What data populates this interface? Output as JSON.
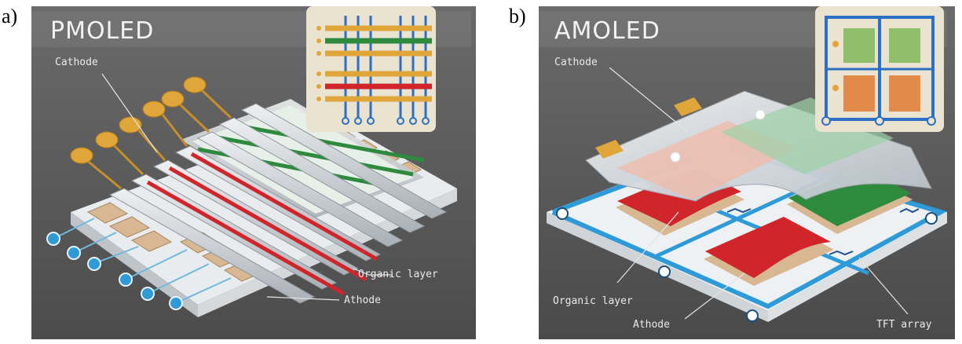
{
  "panels": [
    {
      "letter": "a)",
      "title": "PMOLED",
      "labels": {
        "cathode": "Cathode",
        "organic": "Organic layer",
        "anode": "Athode"
      }
    },
    {
      "letter": "b)",
      "title": "AMOLED",
      "labels": {
        "cathode": "Cathode",
        "organic": "Organic layer",
        "anode": "Athode",
        "tft": "TFT array"
      }
    }
  ],
  "colors": {
    "background": "#5a5a5a",
    "red": "#d0262b",
    "green": "#2e8b3e",
    "cathode_silver": "#c9ced2",
    "anode_tan": "#d7b892",
    "tft_blue": "#2f9ad8",
    "contact_gold": "#e0a63a"
  }
}
